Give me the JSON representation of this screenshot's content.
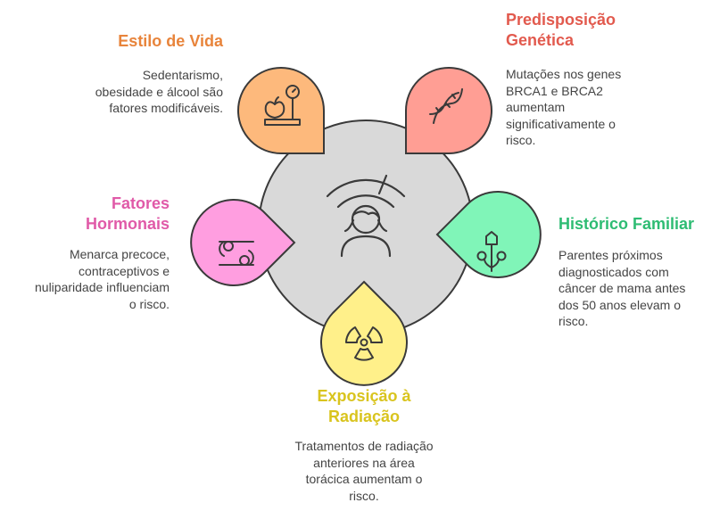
{
  "colors": {
    "hub": "#d9d9d9",
    "outline": "#3a3a3a",
    "lifestyle": "#fdb97c",
    "lifestyle_title": "#e8843b",
    "genetic": "#ff9e94",
    "genetic_title": "#e25a4e",
    "family": "#80f5b8",
    "family_title": "#2ebc73",
    "hormonal": "#ff9ee0",
    "hormonal_title": "#e05aa8",
    "radiation": "#fff08a",
    "radiation_title": "#d9c41e"
  },
  "center": {
    "icon": "woman-face-gauge-icon"
  },
  "lifestyle": {
    "title_lines": [
      "Estilo de Vida"
    ],
    "desc_lines": [
      "Sedentarismo,",
      "obesidade e álcool são",
      "fatores modificáveis."
    ],
    "icon": "apple-scale-icon"
  },
  "genetic": {
    "title_lines": [
      "Predisposição",
      "Genética"
    ],
    "desc_lines": [
      "Mutações nos genes",
      "BRCA1 e BRCA2",
      "aumentam",
      "significativamente o",
      "risco."
    ],
    "icon": "dna-icon"
  },
  "family": {
    "title_lines": [
      "Histórico Familiar"
    ],
    "desc_lines": [
      "Parentes próximos",
      "diagnosticados com",
      "câncer de mama antes",
      "dos 50 anos elevam o",
      "risco."
    ],
    "icon": "family-tree-icon"
  },
  "hormonal": {
    "title_lines": [
      "Fatores",
      "Hormonais"
    ],
    "desc_lines": [
      "Menarca precoce,",
      "contraceptivos e",
      "nuliparidade influenciam",
      "o risco."
    ],
    "icon": "hormone-cycle-icon"
  },
  "radiation": {
    "title_lines": [
      "Exposição à",
      "Radiação"
    ],
    "desc_lines": [
      "Tratamentos de radiação",
      "anteriores na área",
      "torácica aumentam o",
      "risco."
    ],
    "icon": "radiation-icon"
  }
}
